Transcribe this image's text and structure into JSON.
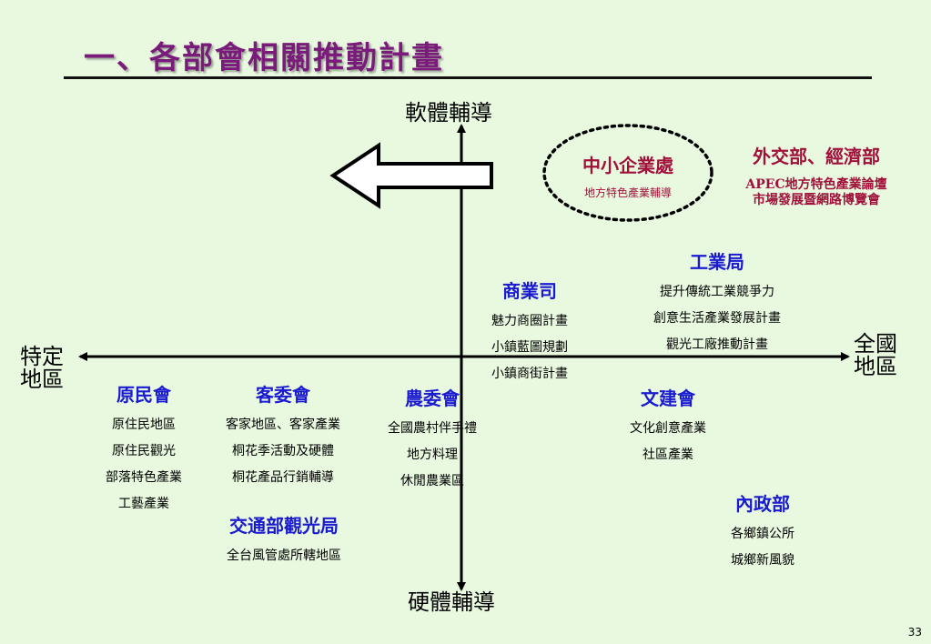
{
  "title": "一、各部會相關推動計畫",
  "axes": {
    "top": "軟體輔導",
    "bottom": "硬體輔導",
    "left": [
      "特定",
      "地區"
    ],
    "right": [
      "全國",
      "地區"
    ]
  },
  "highlight": {
    "head": "中小企業處",
    "sub": "地方特色產業輔導"
  },
  "groups": {
    "foreign": {
      "head": "外交部、經濟部",
      "items": [
        "APEC地方特色產業論壇",
        "市場發展暨網路博覽會"
      ]
    },
    "industry": {
      "head": "工業局",
      "items": [
        "提升傳統工業競爭力",
        "創意生活產業發展計畫",
        "觀光工廠推動計畫"
      ]
    },
    "commerce": {
      "head": "商業司",
      "items": [
        "魅力商圈計畫",
        "小鎮藍圖規劃",
        "小鎮商街計畫"
      ]
    },
    "indigenous": {
      "head": "原民會",
      "items": [
        "原住民地區",
        "原住民觀光",
        "部落特色產業",
        "工藝產業"
      ]
    },
    "hakka": {
      "head": "客委會",
      "items": [
        "客家地區、客家產業",
        "桐花季活動及硬體",
        "桐花產品行銷輔導"
      ]
    },
    "agri": {
      "head": "農委會",
      "items": [
        "全國農村伴手禮",
        "地方料理",
        "休閒農業區"
      ]
    },
    "culture": {
      "head": "文建會",
      "items": [
        "文化創意產業",
        "社區產業"
      ]
    },
    "interior": {
      "head": "內政部",
      "items": [
        "各鄉鎮公所",
        "城鄉新風貌"
      ]
    },
    "tourism": {
      "head": "交通部觀光局",
      "items": [
        "全台風管處所轄地區"
      ]
    }
  },
  "slide_number": "33",
  "colors": {
    "title": "#7a1a7a",
    "heading": "#1a1ad0",
    "maroon": "#a0103a",
    "background": "#e8f9e0"
  }
}
